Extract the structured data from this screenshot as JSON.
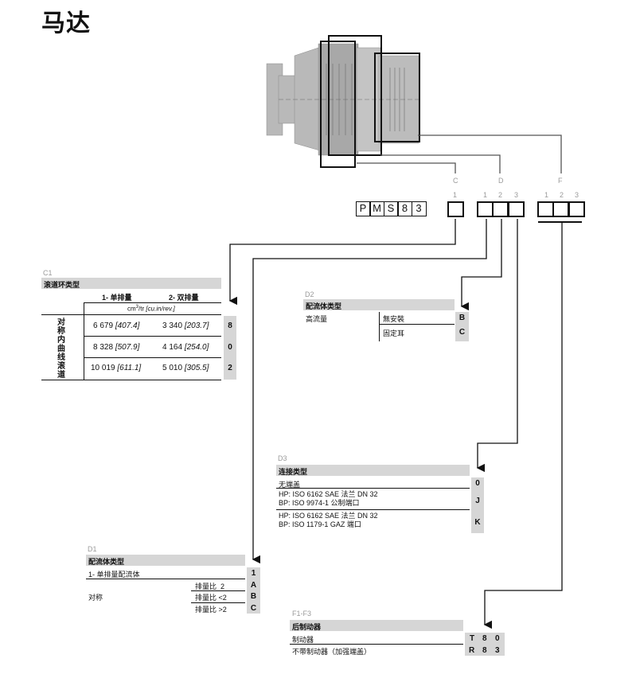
{
  "page": {
    "title": "马达"
  },
  "code": {
    "letters": [
      "P",
      "M",
      "S",
      "8",
      "3"
    ],
    "groups": [
      {
        "label": "C",
        "positions": [
          "1"
        ]
      },
      {
        "label": "D",
        "positions": [
          "1",
          "2",
          "3"
        ]
      },
      {
        "label": "F",
        "positions": [
          "1",
          "2",
          "3"
        ]
      }
    ]
  },
  "c1": {
    "tag": "C1",
    "title": "滚道环类型",
    "col1": "1- 单排量",
    "col2": "2- 双排量",
    "unit_prefix": "cm",
    "unit_sup": "3",
    "unit_mid": "/tr ",
    "unit_italic": "[cu.in/rev.]",
    "side_label": "对称内曲线滚道",
    "rows": [
      {
        "v1": "6 679",
        "v1i": "[407.4]",
        "v2": "3 340",
        "v2i": "[203.7]",
        "code": "8"
      },
      {
        "v1": "8 328",
        "v1i": "[507.9]",
        "v2": "4 164",
        "v2i": "[254.0]",
        "code": "0"
      },
      {
        "v1": "10 019",
        "v1i": "[611.1]",
        "v2": "5 010",
        "v2i": "[305.5]",
        "code": "2"
      }
    ]
  },
  "d2": {
    "tag": "D2",
    "title": "配流体类型",
    "label": "高流量",
    "rows": [
      {
        "text": "無安裝",
        "code": "B"
      },
      {
        "text": "固定耳",
        "code": "C"
      }
    ]
  },
  "d3": {
    "tag": "D3",
    "title": "连接类型",
    "rows": [
      {
        "line1": "无端盖",
        "line2": "",
        "code": "0"
      },
      {
        "line1": "HP: ISO 6162 SAE 法兰 DN 32",
        "line2": "BP: ISO 9974-1 公制端口",
        "code": "J"
      },
      {
        "line1": "HP: ISO 6162 SAE 法兰 DN 32",
        "line2": "BP: ISO 1179-1 GAZ 端口",
        "code": "K"
      }
    ]
  },
  "d1": {
    "tag": "D1",
    "title": "配流体类型",
    "row1": "1- 单排量配流体",
    "row1_code": "1",
    "side": "对称",
    "ratios": [
      {
        "text": "排量比  2",
        "code": "A"
      },
      {
        "text": "排量比 <2",
        "code": "B"
      },
      {
        "text": "排量比 >2",
        "code": "C"
      }
    ]
  },
  "f": {
    "tag": "F1-F3",
    "title": "后制动器",
    "rows": [
      {
        "text": "制动器",
        "codes": [
          "T",
          "8",
          "0"
        ]
      },
      {
        "text": "不带制动器（加强端盖）",
        "codes": [
          "R",
          "8",
          "3"
        ]
      }
    ]
  },
  "colors": {
    "grey_fill": "#d6d6d6",
    "line": "#111111",
    "label_grey": "#9a9a9a"
  }
}
